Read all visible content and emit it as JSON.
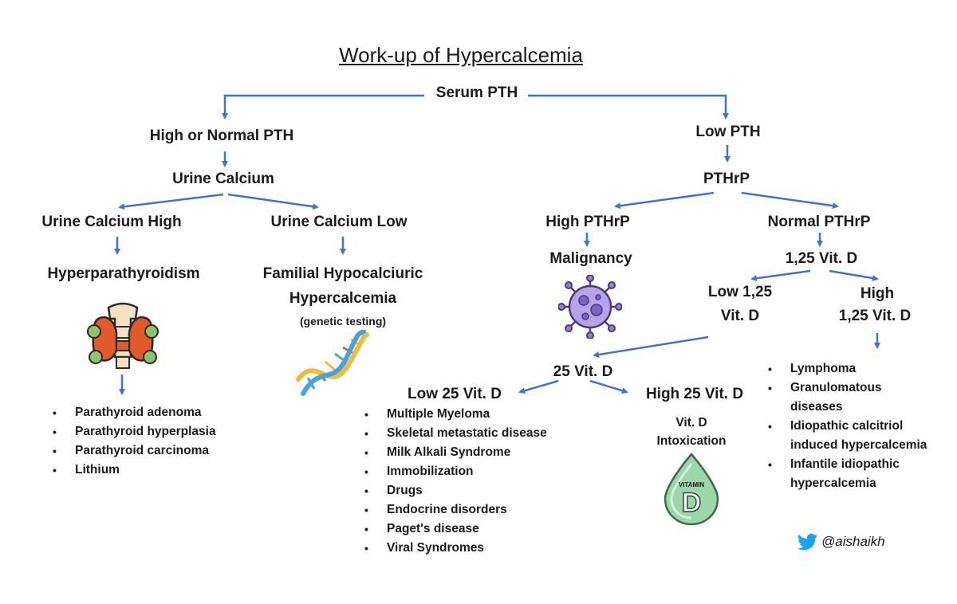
{
  "title": "Work-up of Hypercalcemia",
  "nodes": {
    "serum_pth": "Serum PTH",
    "high_normal_pth": "High or Normal PTH",
    "low_pth": "Low PTH",
    "urine_calcium": "Urine Calcium",
    "urine_calcium_high": "Urine Calcium High",
    "urine_calcium_low": "Urine Calcium Low",
    "hyperparathyroidism": "Hyperparathyroidism",
    "fhh_line1": "Familial Hypocalciuric",
    "fhh_line2": "Hypercalcemia",
    "genetic_testing": "(genetic testing)",
    "pthrp": "PTHrP",
    "high_pthrp": "High PTHrP",
    "normal_pthrp": "Normal PTHrP",
    "malignancy": "Malignancy",
    "vitd_125": "1,25 Vit. D",
    "low_125_line1": "Low 1,25",
    "low_125_line2": "Vit. D",
    "high_125_line1": "High",
    "high_125_line2": "1,25 Vit. D",
    "vitd_25": "25 Vit. D",
    "low_25": "Low 25 Vit. D",
    "high_25": "High 25 Vit. D",
    "intox_line1": "Vit. D",
    "intox_line2": "Intoxication"
  },
  "hyperpara_causes": [
    "Parathyroid adenoma",
    "Parathyroid hyperplasia",
    "Parathyroid carcinoma",
    "Lithium"
  ],
  "low25_causes": [
    "Multiple Myeloma",
    "Skeletal metastatic disease",
    "Milk Alkali Syndrome",
    "Immobilization",
    "Drugs",
    "Endocrine disorders",
    "Paget's disease",
    "Viral Syndromes"
  ],
  "high125_causes": [
    {
      "l1": "Lymphoma",
      "l2": ""
    },
    {
      "l1": "Granulomatous",
      "l2": "diseases"
    },
    {
      "l1": "Idiopathic calcitriol",
      "l2": "induced hypercalcemia"
    },
    {
      "l1": "Infantile idiopathic",
      "l2": "hypercalcemia"
    }
  ],
  "vitamin_label": "VITAMIN",
  "vitamin_letter": "D",
  "handle": "@aishaikh",
  "icons": {
    "thyroid": "thyroid-icon",
    "dna": "dna-icon",
    "virus": "virus-icon",
    "vitamin": "vitamin-d-drop-icon",
    "twitter": "twitter-bird-icon"
  },
  "colors": {
    "arrow": "#4472c4",
    "text": "#1a1a1a",
    "thyroid": "#e05a2b",
    "virus": "#9b7fd4",
    "vitamin": "#8fcf9f",
    "twitter": "#1da1f2"
  }
}
